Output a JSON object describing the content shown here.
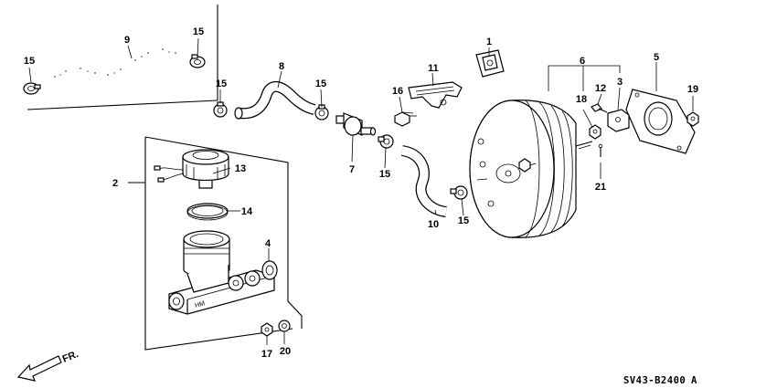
{
  "diagram": {
    "diagram_code": "SV43-B2400",
    "code_suffix": "A",
    "front_label": "FR.",
    "callouts": [
      {
        "id": "c1",
        "text": "1"
      },
      {
        "id": "c2",
        "text": "2"
      },
      {
        "id": "c3",
        "text": "3"
      },
      {
        "id": "c4",
        "text": "4"
      },
      {
        "id": "c5",
        "text": "5"
      },
      {
        "id": "c6",
        "text": "6"
      },
      {
        "id": "c7",
        "text": "7"
      },
      {
        "id": "c8",
        "text": "8"
      },
      {
        "id": "c9",
        "text": "9"
      },
      {
        "id": "c10",
        "text": "10"
      },
      {
        "id": "c11",
        "text": "11"
      },
      {
        "id": "c12",
        "text": "12"
      },
      {
        "id": "c13",
        "text": "13"
      },
      {
        "id": "c14",
        "text": "14"
      },
      {
        "id": "c15a",
        "text": "15"
      },
      {
        "id": "c15b",
        "text": "15"
      },
      {
        "id": "c15c",
        "text": "15"
      },
      {
        "id": "c15d",
        "text": "15"
      },
      {
        "id": "c15e",
        "text": "15"
      },
      {
        "id": "c15f",
        "text": "15"
      },
      {
        "id": "c16",
        "text": "16"
      },
      {
        "id": "c17",
        "text": "17"
      },
      {
        "id": "c18",
        "text": "18"
      },
      {
        "id": "c19",
        "text": "19"
      },
      {
        "id": "c20",
        "text": "20"
      },
      {
        "id": "c21",
        "text": "21"
      }
    ]
  }
}
